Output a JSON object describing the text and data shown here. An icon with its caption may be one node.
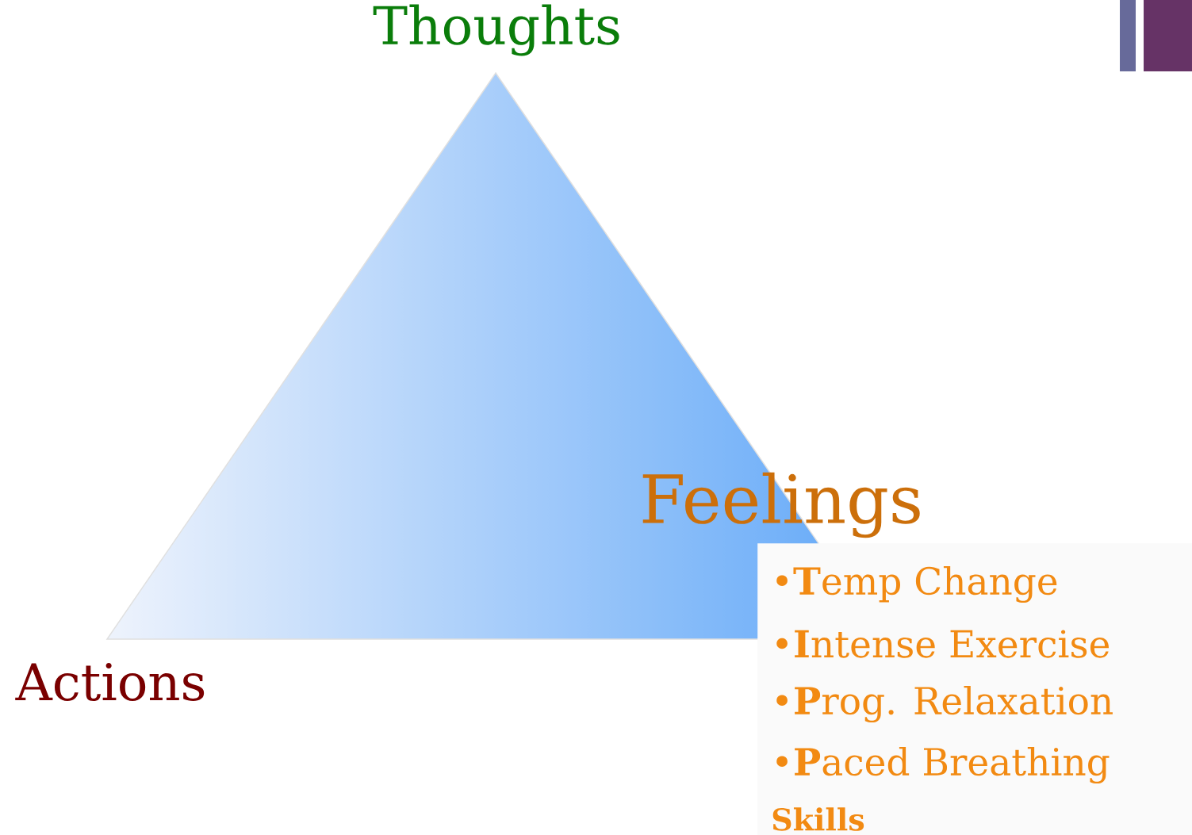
{
  "diagram": {
    "nodes": [
      {
        "text": [
          "•**T**emp Change",
          "•**I**ntense Exercise",
          "•**P**rog. Relaxation",
          "•**P**aced Breathing",
          "Skills"
        ]
      }
    ],
    "labels": [
      "Thoughts",
      "Feelings",
      "Actions"
    ]
  }
}
